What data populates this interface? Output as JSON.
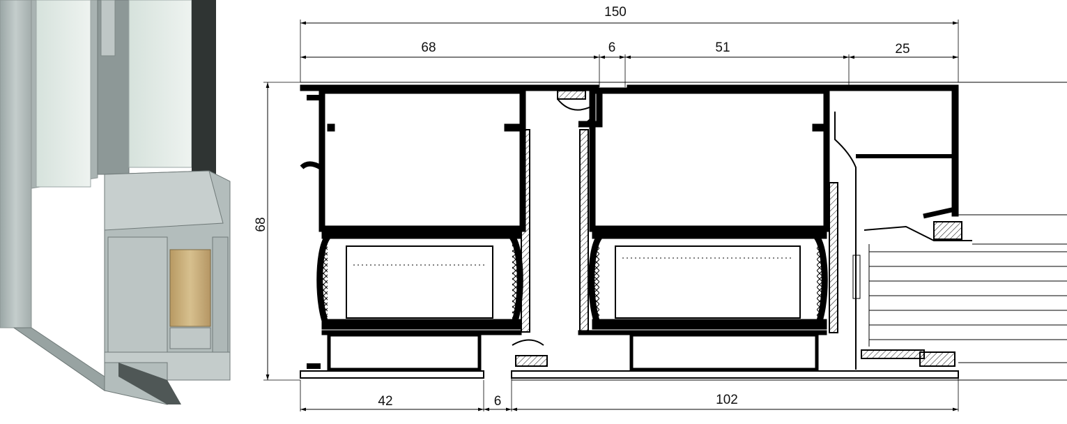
{
  "colors": {
    "profile_fill": "#b9c2c2",
    "profile_dark": "#7f8a8a",
    "glass": "#cfdcd6",
    "thermal_break": "#c9b184",
    "drawing_line": "#000000",
    "background": "#ffffff"
  },
  "dimensions": {
    "total_width": "150",
    "top_left": "68",
    "top_gap": "6",
    "top_middle": "51",
    "top_right": "25",
    "height": "68",
    "bottom_left": "42",
    "bottom_gap": "6",
    "bottom_right": "102"
  }
}
